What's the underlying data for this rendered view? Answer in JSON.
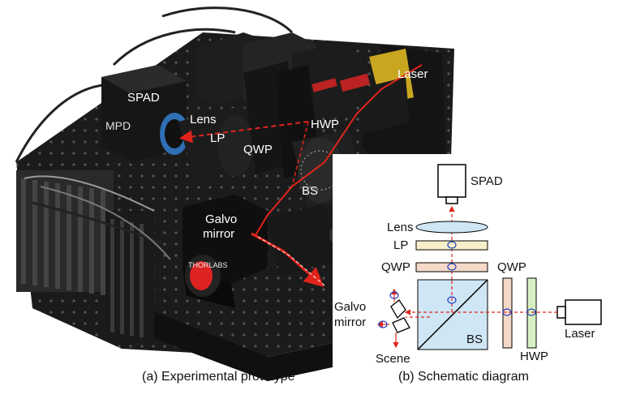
{
  "captions": {
    "a": "(a) Experimental prototype",
    "b": "(b) Schematic diagram"
  },
  "photo_labels": {
    "spad": "SPAD",
    "lens": "Lens",
    "lp": "LP",
    "qwp_left": "QWP",
    "hwp": "HWP",
    "qwp_right": "QWP",
    "laser": "Laser",
    "bs": "BS",
    "galvo_line1": "Galvo",
    "galvo_line2": "mirror"
  },
  "schematic_labels": {
    "spad": "SPAD",
    "lens": "Lens",
    "lp": "LP",
    "qwp_left": "QWP",
    "qwp_right": "QWP",
    "galvo_line1": "Galvo",
    "galvo_line2": "mirror",
    "scene": "Scene",
    "bs": "BS",
    "hwp": "HWP",
    "laser": "Laser"
  },
  "device_text": {
    "brand": "MPD",
    "thorlabs": "THORLABS"
  },
  "colors": {
    "beam": "#e0241b",
    "lens_fill": "#cfe6f5",
    "lp_fill": "#f6efc9",
    "qwp_fill": "#f4d9c8",
    "hwp_fill": "#d6f0c3",
    "bs_fill": "#cfe6f5",
    "polar_circle": "#1f3fbf"
  }
}
